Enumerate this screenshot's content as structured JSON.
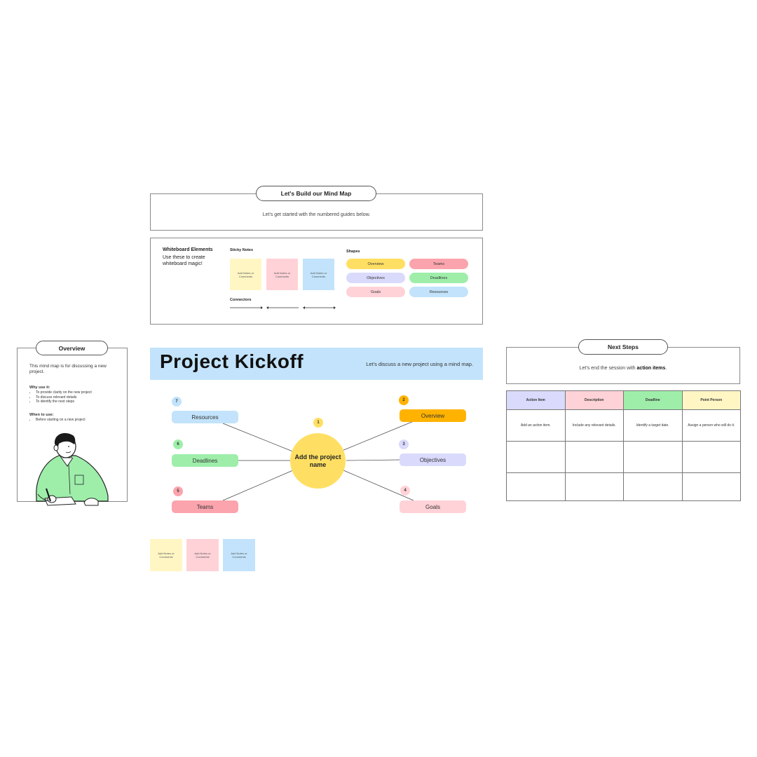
{
  "mindmap_header": {
    "title": "Let's Build our Mind Map",
    "subtitle": "Let's get started with the numbered guides below."
  },
  "whiteboard": {
    "title": "Whiteboard Elements",
    "description": "Use these to create whiteboard magic!",
    "sticky_label": "Sticky Notes",
    "connectors_label": "Connectors",
    "shapes_label": "Shapes",
    "sticky_notes": [
      {
        "text": "Add Notes or Comments",
        "color": "#fff6c4"
      },
      {
        "text": "Add Notes or Comments",
        "color": "#ffd2d7"
      },
      {
        "text": "Add Notes or Comments",
        "color": "#c2e3fb"
      }
    ],
    "shapes": [
      {
        "label": "Overview",
        "color": "#ffdf63"
      },
      {
        "label": "Teams",
        "color": "#fba4ad"
      },
      {
        "label": "Objectives",
        "color": "#d9dafc"
      },
      {
        "label": "Deadlines",
        "color": "#9eeeaa"
      },
      {
        "label": "Goals",
        "color": "#ffd2d7"
      },
      {
        "label": "Resources",
        "color": "#c2e3fb"
      }
    ]
  },
  "banner": {
    "title": "Project Kickoff",
    "subtitle": "Let's discuss a new project using a mind map.",
    "color": "#c2e3fb"
  },
  "mindmap": {
    "center": "Add the project name",
    "center_color": "#ffdf63",
    "badge_center": "1",
    "nodes": [
      {
        "label": "Resources",
        "badge": "7",
        "color": "#c2e3fb"
      },
      {
        "label": "Deadlines",
        "badge": "6",
        "color": "#9eeeaa"
      },
      {
        "label": "Teams",
        "badge": "5",
        "color": "#fba4ad"
      },
      {
        "label": "Overview",
        "badge": "2",
        "color": "#ffb300"
      },
      {
        "label": "Objectives",
        "badge": "3",
        "color": "#d9dafc"
      },
      {
        "label": "Goals",
        "badge": "4",
        "color": "#ffd2d7"
      }
    ]
  },
  "bottom_stickies": [
    {
      "text": "Add Notes or Comments",
      "color": "#fff6c4"
    },
    {
      "text": "Add Notes or Comments",
      "color": "#ffd2d7"
    },
    {
      "text": "Add Notes or Comments",
      "color": "#c2e3fb"
    }
  ],
  "overview": {
    "title": "Overview",
    "intro": "This mind map is for discussing a new project.",
    "why_head": "Why use it:",
    "why_items": [
      "To provide clarity on the new project",
      "To discuss relevant details",
      "To identify the next steps"
    ],
    "when_head": "When to use:",
    "when_items": [
      "Before starting on a new project"
    ]
  },
  "next_steps": {
    "title": "Next Steps",
    "subtitle_prefix": "Let's end the session with ",
    "subtitle_bold": "action items",
    "subtitle_suffix": ".",
    "columns": [
      {
        "label": "Action Item",
        "color": "#d9dafc"
      },
      {
        "label": "Description",
        "color": "#ffd2d7"
      },
      {
        "label": "Deadline",
        "color": "#9eeeaa"
      },
      {
        "label": "Point Person",
        "color": "#fff6c4"
      }
    ],
    "first_row": [
      "Add an action item.",
      "Include any relevant details.",
      "Identify a target date.",
      "Assign a person who will do it."
    ]
  }
}
